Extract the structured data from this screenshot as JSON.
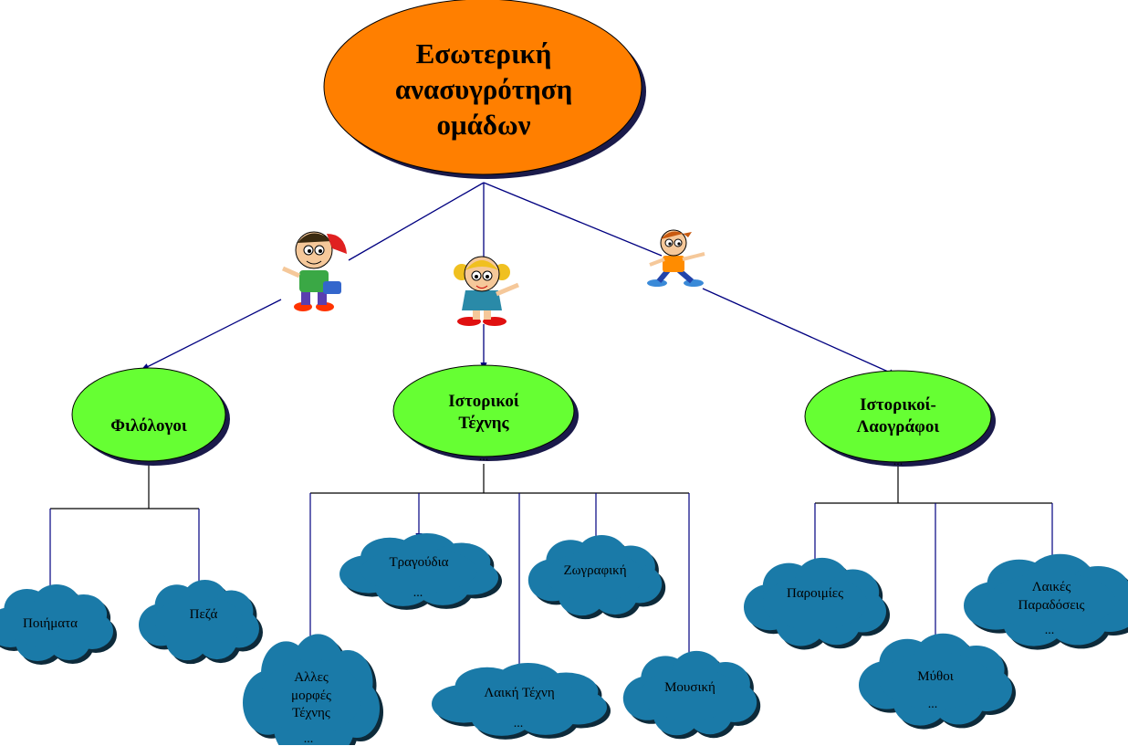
{
  "root": {
    "label": "Εσωτερική\nανασυγρότηση\nομάδων"
  },
  "groups": [
    {
      "id": "philologists",
      "label": "Φιλόλογοι"
    },
    {
      "id": "art-historians",
      "label": "Ιστορικοί\nΤέχνης",
      "ellipsis": "..."
    },
    {
      "id": "historians-folklorists",
      "label": "Ιστορικοί-\nΛαογράφοι",
      "ellipsis": "..."
    }
  ],
  "leaves": [
    {
      "id": "poems",
      "label": "Ποιήματα"
    },
    {
      "id": "prose",
      "label": "Πεζά"
    },
    {
      "id": "other-arts",
      "label": "Αλλες\nμορφές\nΤέχνης",
      "ellipsis": "..."
    },
    {
      "id": "songs",
      "label": "Τραγούδια",
      "ellipsis": "..."
    },
    {
      "id": "folk-art",
      "label": "Λαική Τέχνη",
      "ellipsis": "..."
    },
    {
      "id": "painting",
      "label": "Ζωγραφική"
    },
    {
      "id": "music",
      "label": "Μουσική"
    },
    {
      "id": "proverbs",
      "label": "Παροιμίες"
    },
    {
      "id": "myths",
      "label": "Μύθοι",
      "ellipsis": "..."
    },
    {
      "id": "folk-traditions",
      "label": "Λαικές\nΠαραδόσεις",
      "ellipsis": "..."
    }
  ],
  "colors": {
    "root": "#ff7f00",
    "group": "#66ff33",
    "leaf": "#1a7aa8",
    "connector": "#000080",
    "tree_line": "#000000"
  },
  "icons": [
    "boy-with-cap-icon",
    "girl-with-pigtails-icon",
    "boy-running-icon"
  ]
}
